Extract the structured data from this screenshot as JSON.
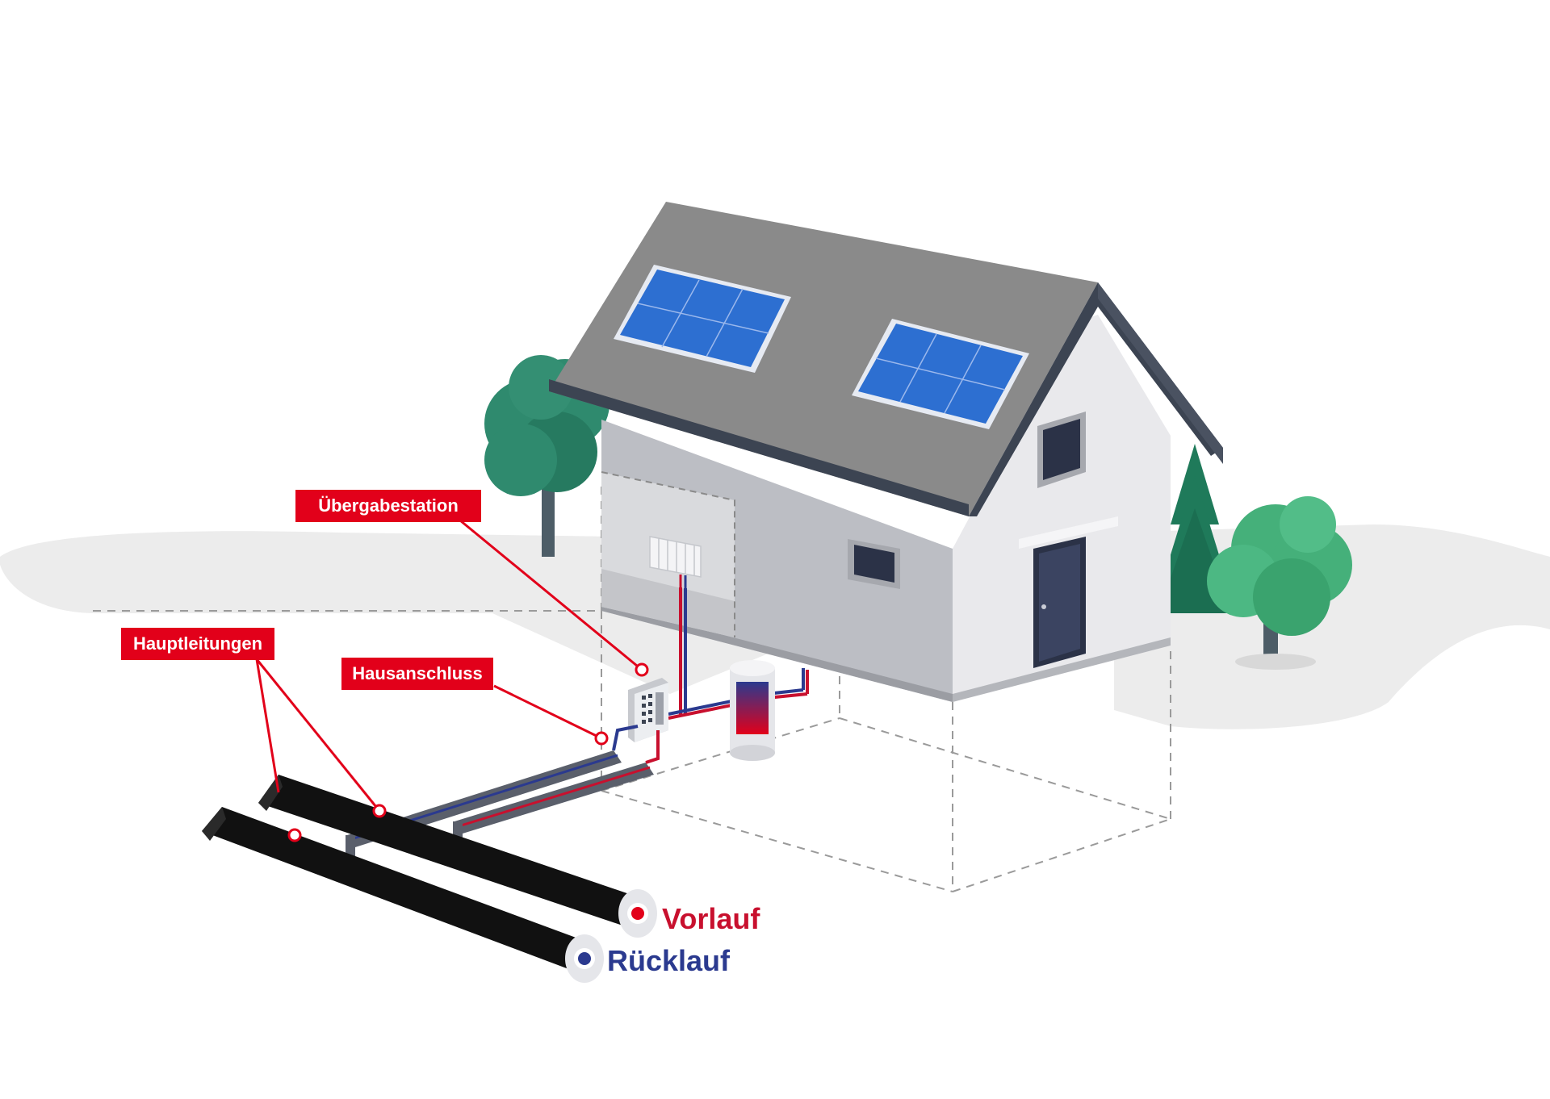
{
  "labels": {
    "uebergabestation": "Übergabestation",
    "hauptleitungen": "Hauptleitungen",
    "hausanschluss": "Hausanschluss"
  },
  "legend": {
    "vorlauf": "Vorlauf",
    "ruecklauf": "Rücklauf"
  },
  "colors": {
    "accent_red": "#e2001a",
    "flow_red": "#c8102e",
    "return_blue": "#2b3a8f",
    "roof": "#8a8a8a",
    "wall": "#ebebee",
    "pipe": "#111111",
    "tree": "#2f8a6e",
    "solar": "#2d6fd1"
  },
  "icons": [
    "solar-panel-icon",
    "radiator-icon",
    "transfer-station-icon",
    "storage-tank-icon",
    "tree-icon",
    "door-icon",
    "window-icon",
    "pipe-icon"
  ]
}
